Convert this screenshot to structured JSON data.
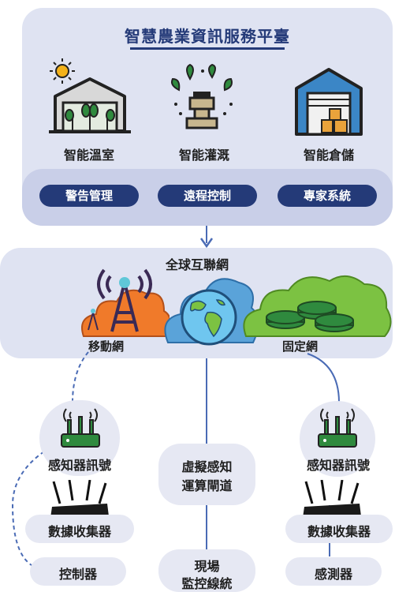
{
  "title": "智慧農業資訊服務平臺",
  "services": [
    {
      "label": "智能溫室",
      "icon": "greenhouse-icon"
    },
    {
      "label": "智能灌溉",
      "icon": "irrigation-icon"
    },
    {
      "label": "智能倉儲",
      "icon": "warehouse-icon"
    }
  ],
  "functions": [
    "警告管理",
    "遠程控制",
    "專家系統"
  ],
  "network": {
    "title": "全球互聯網",
    "mobile": "移動網",
    "fixed": "固定網"
  },
  "left": {
    "signal": "感知器訊號",
    "collector": "數據收集器",
    "device": "控制器"
  },
  "center": {
    "gateway": [
      "虛擬感知",
      "運算閘道"
    ],
    "monitor": [
      "現場",
      "監控線統"
    ]
  },
  "right": {
    "signal": "感知器訊號",
    "collector": "數據收集器",
    "device": "感測器"
  },
  "colors": {
    "navy": "#243a78",
    "panel": "#dfe3f2",
    "band": "#c9cfe8",
    "connector": "#4a6bb5",
    "orange_cloud": "#f07a2a",
    "green_cloud": "#7cc242",
    "router": "#2f8a3e"
  }
}
